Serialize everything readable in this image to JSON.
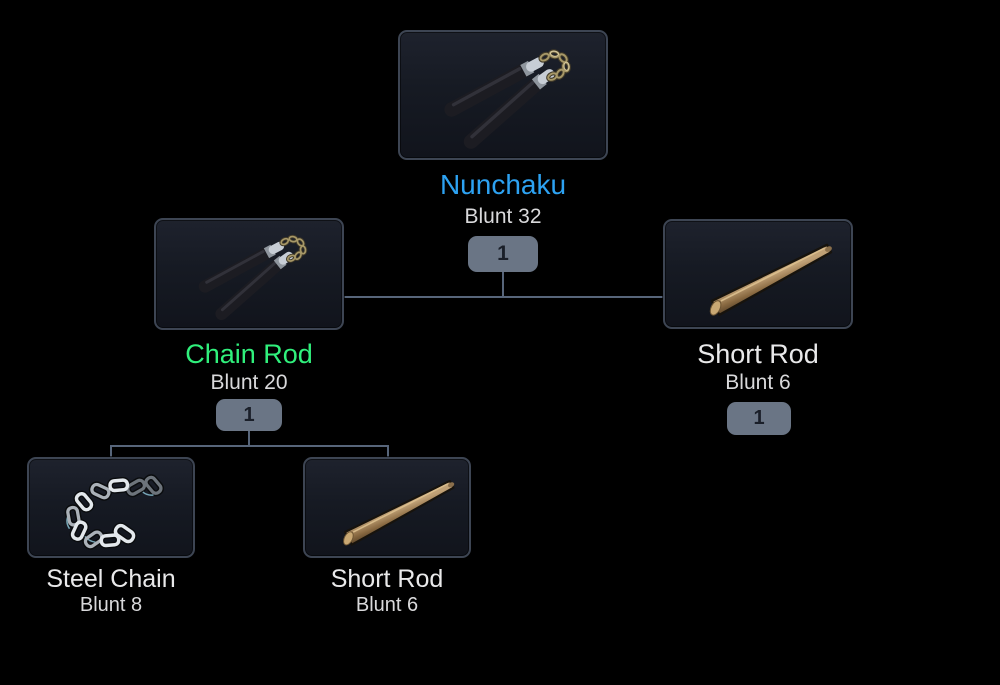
{
  "view": "crafting-recipe-tree",
  "colors": {
    "background": "#000000",
    "card_bg": "#171b24",
    "card_border": "#3d4553",
    "connector": "#57657a",
    "badge_bg": "#6a7585",
    "badge_text": "#1a1f29",
    "name_default": "#e9e9ea",
    "name_nunchaku": "#2da2f2",
    "name_chain_rod": "#30f07c",
    "stat_text": "#d9d9db"
  },
  "nodes": {
    "nunchaku": {
      "label": "Nunchaku",
      "stat": "Blunt 32",
      "qty": "1",
      "icon": "nunchaku-icon"
    },
    "chain_rod": {
      "label": "Chain Rod",
      "stat": "Blunt 20",
      "qty": "1",
      "icon": "nunchaku-icon"
    },
    "short_rod_mid": {
      "label": "Short Rod",
      "stat": "Blunt 6",
      "qty": "1",
      "icon": "short-rod-icon"
    },
    "steel_chain": {
      "label": "Steel Chain",
      "stat": "Blunt 8",
      "icon": "steel-chain-icon"
    },
    "short_rod_bottom": {
      "label": "Short Rod",
      "stat": "Blunt 6",
      "icon": "short-rod-icon"
    }
  },
  "edges": [
    [
      "nunchaku",
      "chain_rod"
    ],
    [
      "nunchaku",
      "short_rod_mid"
    ],
    [
      "chain_rod",
      "steel_chain"
    ],
    [
      "chain_rod",
      "short_rod_bottom"
    ]
  ]
}
